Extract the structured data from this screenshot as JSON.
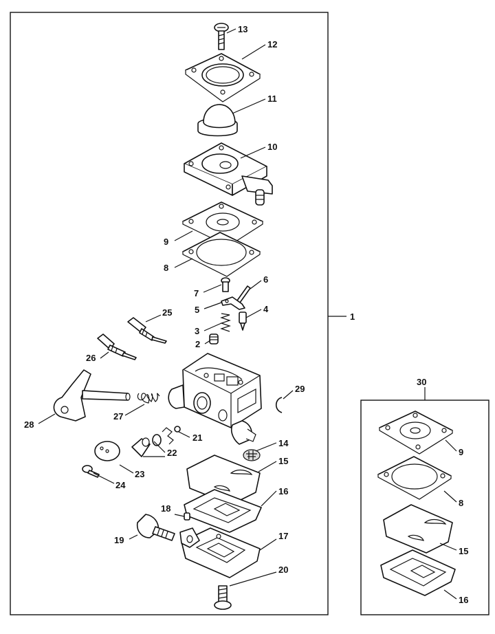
{
  "labels": {
    "p1": "1",
    "p2": "2",
    "p3": "3",
    "p4": "4",
    "p5": "5",
    "p6": "6",
    "p7": "7",
    "p8": "8",
    "p9": "9",
    "p10": "10",
    "p11": "11",
    "p12": "12",
    "p13": "13",
    "p14": "14",
    "p15": "15",
    "p16": "16",
    "p17": "17",
    "p18": "18",
    "p19": "19",
    "p20": "20",
    "p21": "21",
    "p22": "22",
    "p23": "23",
    "p24": "24",
    "p25": "25",
    "p26": "26",
    "p27": "27",
    "p28": "28",
    "p29": "29",
    "p30": "30",
    "k9": "9",
    "k8": "8",
    "k15": "15",
    "k16": "16"
  }
}
